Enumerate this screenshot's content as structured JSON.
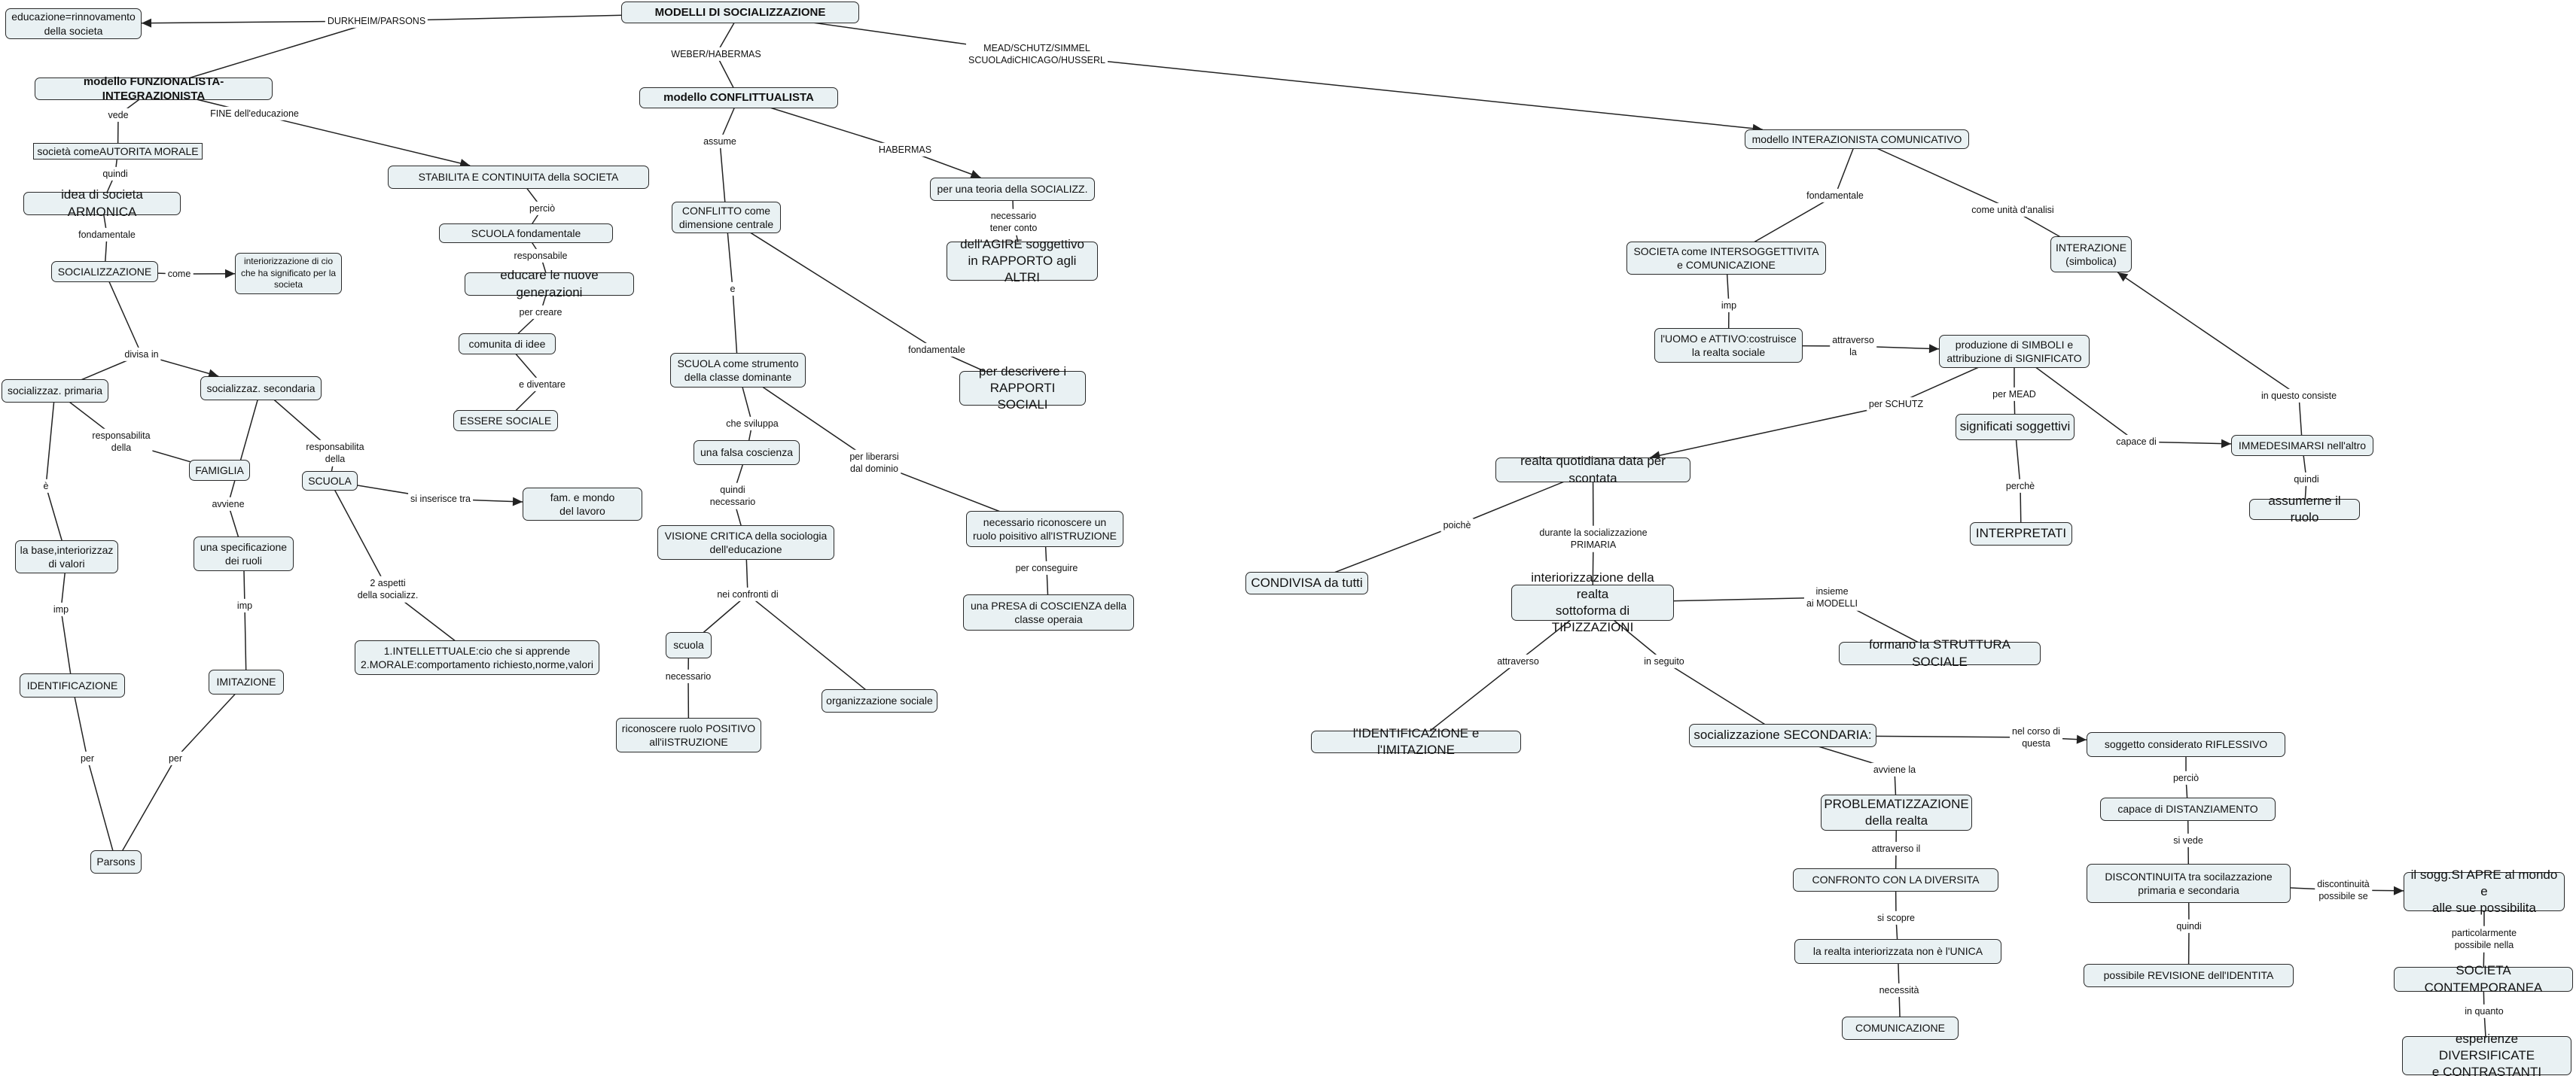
{
  "nodes": {
    "n1": "MODELLI DI SOCIALIZZAZIONE",
    "n2": "educazione=rinnovamento\ndella societa",
    "n3": "modello FUNZIONALISTA-INTEGRAZIONISTA",
    "n4": "società comeAUTORITA MORALE",
    "n5": "idea di societa ARMONICA",
    "n6": "SOCIALIZZAZIONE",
    "n7": "interiorizzazione di cio\nche ha significato per la\nsocieta",
    "n8": "socializzaz. primaria",
    "n9": "socializzaz. secondaria",
    "n10": "FAMIGLIA",
    "n11": "SCUOLA",
    "n12": "fam. e mondo\ndel lavoro",
    "n13": "la base,interiorizzaz\ndi valori",
    "n14": "una specificazione\ndei ruoli",
    "n15": "1.INTELLETTUALE:cio che si apprende\n2.MORALE:comportamento richiesto,norme,valori",
    "n16": "IDENTIFICAZIONE",
    "n17": "IMITAZIONE",
    "n18": "Parsons",
    "n19": "STABILITA E CONTINUITA della SOCIETA",
    "n20": "SCUOLA fondamentale",
    "n21": "educare le nuove generazioni",
    "n22": "comunita di idee",
    "n23": "ESSERE SOCIALE",
    "n24": "modello CONFLITTUALISTA",
    "n25": "per una teoria della SOCIALIZZ.",
    "n26": "dell'AGIRE soggettivo\nin RAPPORTO agli ALTRI",
    "n27": "CONFLITTO come\ndimensione centrale",
    "n28": "SCUOLA come strumento\ndella classe dominante",
    "n29": "per descrivere i\nRAPPORTI SOCIALI",
    "n30": "una falsa coscienza",
    "n31": "VISIONE CRITICA della sociologia\ndell'educazione",
    "n32": "necessario riconoscere un\nruolo poisitivo all'ISTRUZIONE",
    "n33": "una PRESA di COSCIENZA della\nclasse operaia",
    "n34": "scuola",
    "n35": "organizzazione sociale",
    "n36": "riconoscere ruolo POSITIVO\nall'iISTRUZIONE",
    "n37": "modello INTERAZIONISTA COMUNICATIVO",
    "n38": "SOCIETA come INTERSOGGETTIVITA\ne COMUNICAZIONE",
    "n39": "INTERAZIONE\n(simbolica)",
    "n40": "l'UOMO e ATTIVO:costruisce\nla realta sociale",
    "n41": "produzione di SIMBOLI e\nattribuzione di SIGNIFICATO",
    "n42": "realta quotidiana data per scontata",
    "n43": "significati soggettivi",
    "n44": "IMMEDESIMARSI nell'altro",
    "n45": "INTERPRETATI",
    "n46": "assumerne il ruolo",
    "n47": "CONDIVISA da tutti",
    "n48": "interiorizzazione della realta\nsottoforma di TIPIZZAZIONI",
    "n49": "formano la STRUTTURA SOCIALE",
    "n50": "l'IDENTIFICAZIONE e l'IMITAZIONE",
    "n51": "socializzazione SECONDARIA:",
    "n52": "soggetto considerato RIFLESSIVO",
    "n53": "PROBLEMATIZZAZIONE\ndella realta",
    "n54": "capace di DISTANZIAMENTO",
    "n55": "CONFRONTO CON LA DIVERSITA",
    "n56": "DISCONTINUITA tra socilazzazione\nprimaria e secondaria",
    "n57": "il sogg.SI APRE al mondo e\nalle sue possibilita",
    "n58": "la realta interiorizzata non è l'UNICA",
    "n59": "possibile REVISIONE dell'IDENTITA",
    "n60": "SOCIETA CONTEMPORANEA",
    "n61": "COMUNICAZIONE",
    "n62": "esperienze DIVERSIFICATE\ne CONTRASTANTI"
  },
  "labels": {
    "l1": "DURKHEIM/PARSONS",
    "l2": "WEBER/HABERMAS",
    "l3": "MEAD/SCHUTZ/SIMMEL\nSCUOLAdiCHICAGO/HUSSERL",
    "l4": "vede",
    "l5": "FINE dell'educazione",
    "l6": "quindi",
    "l7": "fondamentale",
    "l8": "come",
    "l9": "divisa in",
    "l10": "responsabilita\ndella",
    "l11": "è",
    "l12": "responsabilita\ndella",
    "l13": "avviene",
    "l14": "si inserisce tra",
    "l15": "2 aspetti\ndella socializz.",
    "l16": "imp",
    "l17": "imp",
    "l18": "per",
    "l19": "per",
    "l20": "perciò",
    "l21": "responsabile",
    "l22": "per creare",
    "l23": "e diventare",
    "l24": "assume",
    "l25": "HABERMAS",
    "l26": "necessario\ntener conto",
    "l27": "e",
    "l28": "fondamentale",
    "l29": "che sviluppa",
    "l30": "per liberarsi\ndal dominio",
    "l31": "quindi\nnecessario",
    "l32": "per conseguire",
    "l33": "nei confronti di",
    "l34": "necessario",
    "l35": "fondamentale",
    "l36": "come unità d'analisi",
    "l37": "imp",
    "l38": "attraverso\nla",
    "l39": "per SCHUTZ",
    "l40": "per MEAD",
    "l41": "capace di",
    "l42": "in questo consiste",
    "l43": "quindi",
    "l44": "perchè",
    "l45": "poichè",
    "l46": "durante la socializzazione\nPRIMARIA",
    "l47": "insieme\nai MODELLI",
    "l48": "attraverso",
    "l49": "in seguito",
    "l50": "nel corso di\nquesta",
    "l51": "avviene la",
    "l52": "perciò",
    "l53": "attraverso il",
    "l54": "si vede",
    "l55": "discontinuità\npossibile se",
    "l56": "si scopre",
    "l57": "quindi",
    "l58": "particolarmente\npossibile nella",
    "l59": "necessità",
    "l60": "in quanto"
  },
  "colors": {
    "node_fill": "#e9f1f3",
    "node_border": "#2a2a2a",
    "link": "#222222"
  }
}
